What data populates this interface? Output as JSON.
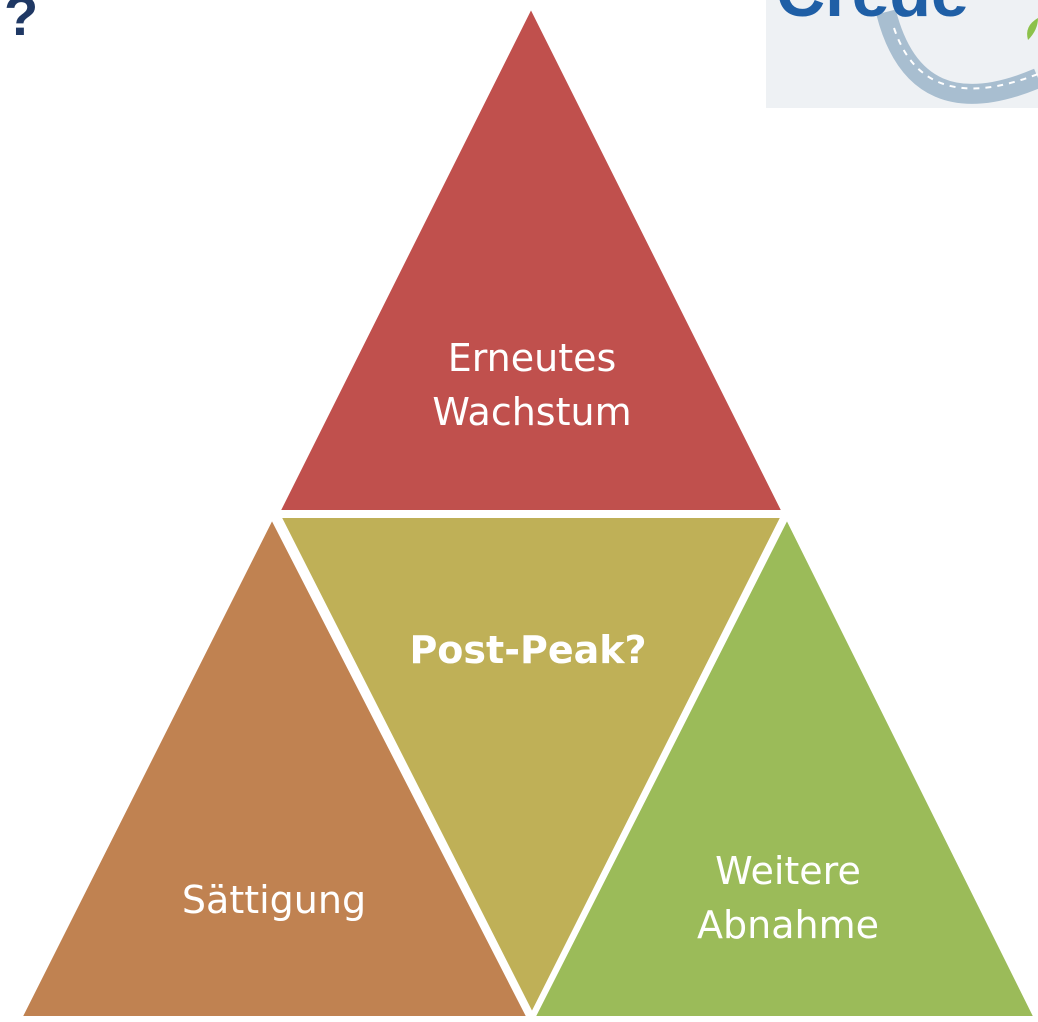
{
  "page": {
    "corner_text": "?"
  },
  "logo": {
    "text": "Crede",
    "text_color": "#1f5fa6",
    "arc_color": "#a8bed0",
    "background": "#eef1f4",
    "leaf_color": "#8cc14a"
  },
  "diagram": {
    "top": {
      "lines": [
        "Erneutes",
        "Wachstum"
      ],
      "color": "#c0504d"
    },
    "center": {
      "lines": [
        "Post-Peak?"
      ],
      "color": "#bfb057"
    },
    "left": {
      "lines": [
        "Sättigung"
      ],
      "color": "#c08251"
    },
    "right": {
      "lines": [
        "Weitere",
        "Abnahme"
      ],
      "color": "#9bbb59"
    },
    "outline_color": "#ffffff"
  }
}
